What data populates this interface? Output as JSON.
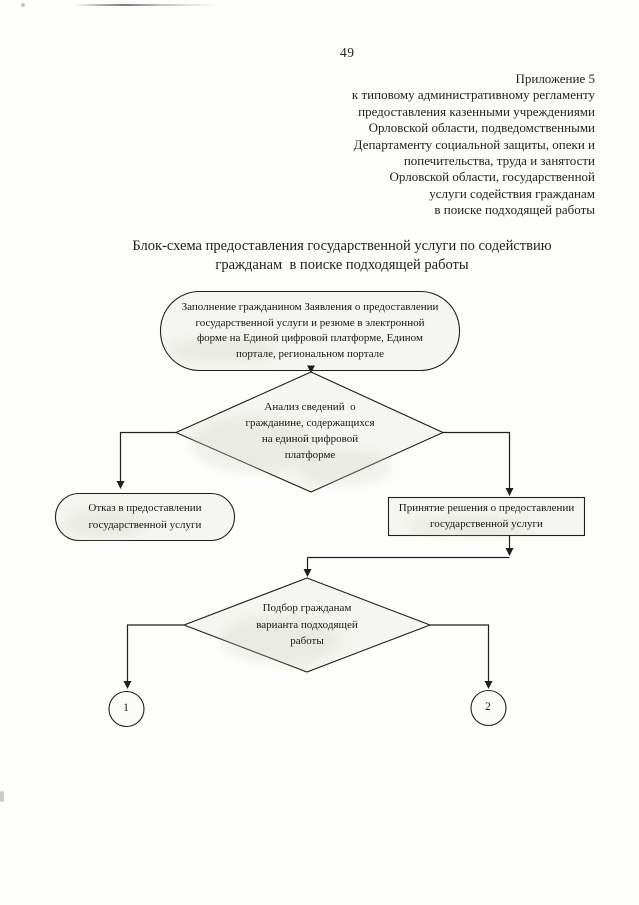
{
  "page": {
    "number": "49",
    "appendix": "Приложение 5\nк типовому административному регламенту\nпредоставления казенными учреждениями\nОрловской области, подведомственными\nДепартаменту социальной защиты, опеки и\nпопечительства, труда и занятости\nОрловской области, государственной\nуслуги содействия гражданам\nв поиске подходящей работы",
    "title": "Блок-схема предоставления государственной услуги по содействию\nгражданам  в поиске подходящей работы"
  },
  "flowchart": {
    "start": "Заполнение гражданином Заявления о предоставлении\nгосударственной услуги и резюме в электронной\nформе на Единой цифровой платформе, Едином\nпортале, региональном портале",
    "decision1": "Анализ сведений  о\nгражданине, содержащихся\nна единой цифровой\nплатформе",
    "reject": "Отказ в предоставлении\nгосударственной услуги",
    "accept": "Принятие решения о предоставлении\nгосударственной услуги",
    "decision2": "Подбор гражданам\nварианта подходящей\nработы",
    "offpage1": "1",
    "offpage2": "2"
  },
  "colors": {
    "ink": "#1f1f1d",
    "paper": "#fdfdfc",
    "shape-fill": "#f5f5f1"
  }
}
